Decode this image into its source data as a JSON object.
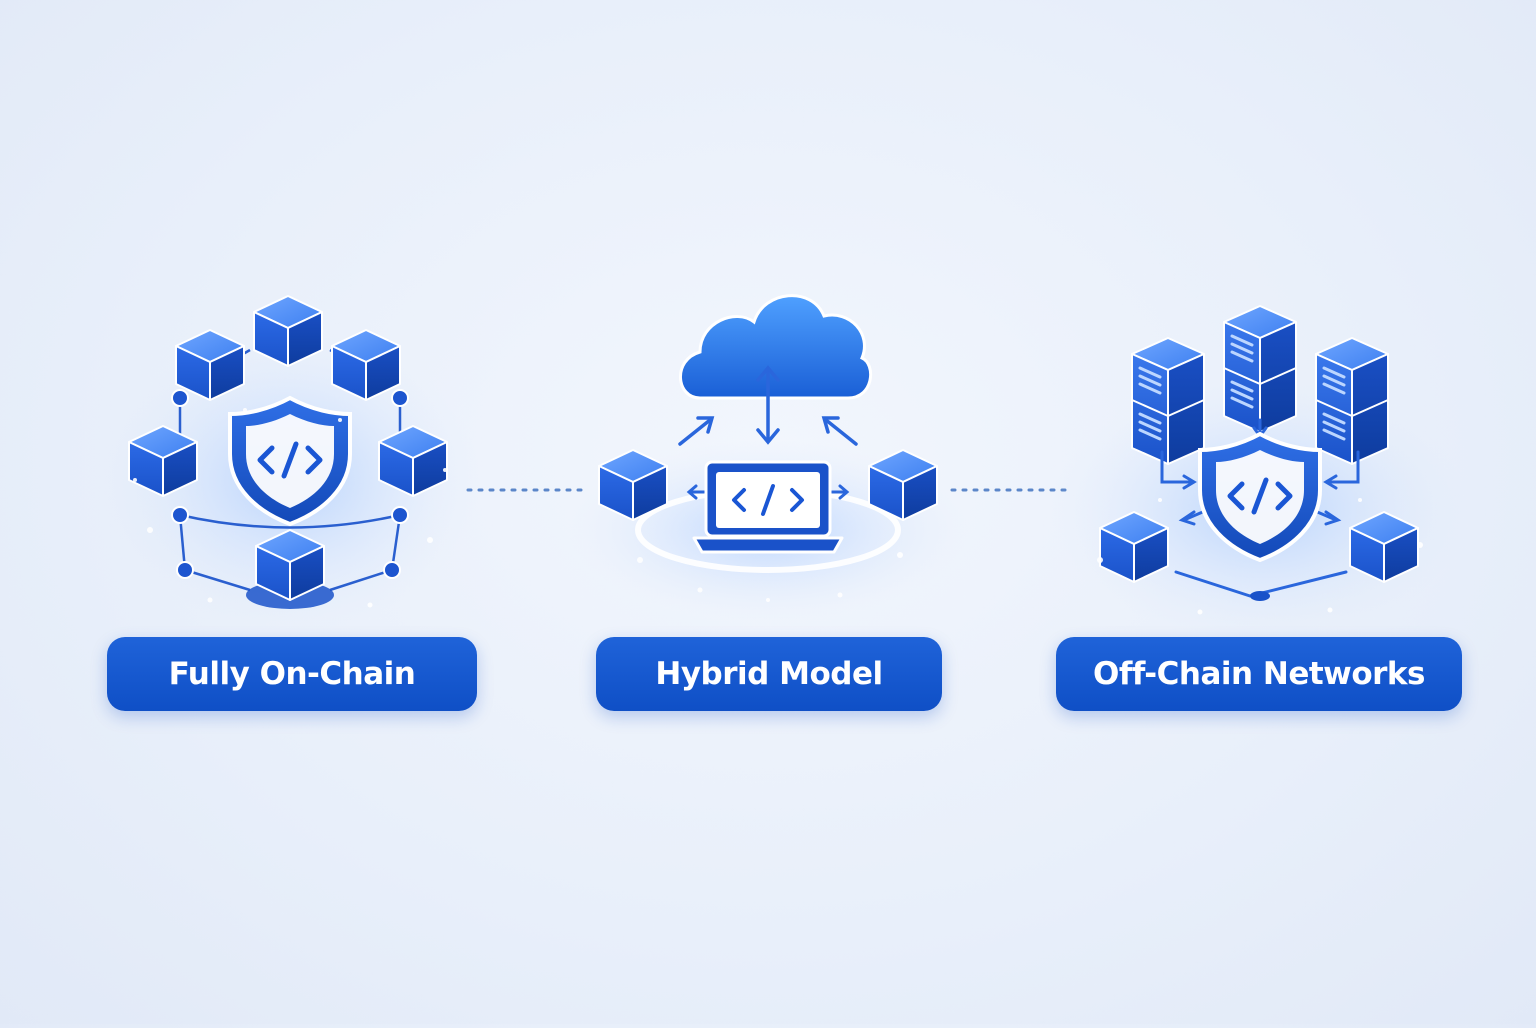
{
  "categories": [
    {
      "label": "Fully On-Chain",
      "icons": [
        "block-cube-icon",
        "shield-code-icon",
        "node-icon"
      ]
    },
    {
      "label": "Hybrid Model",
      "icons": [
        "cloud-icon",
        "laptop-code-icon",
        "block-cube-icon",
        "arrow-icon"
      ]
    },
    {
      "label": "Off-Chain Networks",
      "icons": [
        "server-rack-icon",
        "shield-code-icon",
        "block-cube-icon",
        "arrow-icon"
      ]
    }
  ],
  "colors": {
    "primary": "#1456d8",
    "primary_dark": "#0d43b0",
    "accent_light": "#4d8df5",
    "background": "#eaf0fa",
    "glow": "#9cc4ff"
  }
}
